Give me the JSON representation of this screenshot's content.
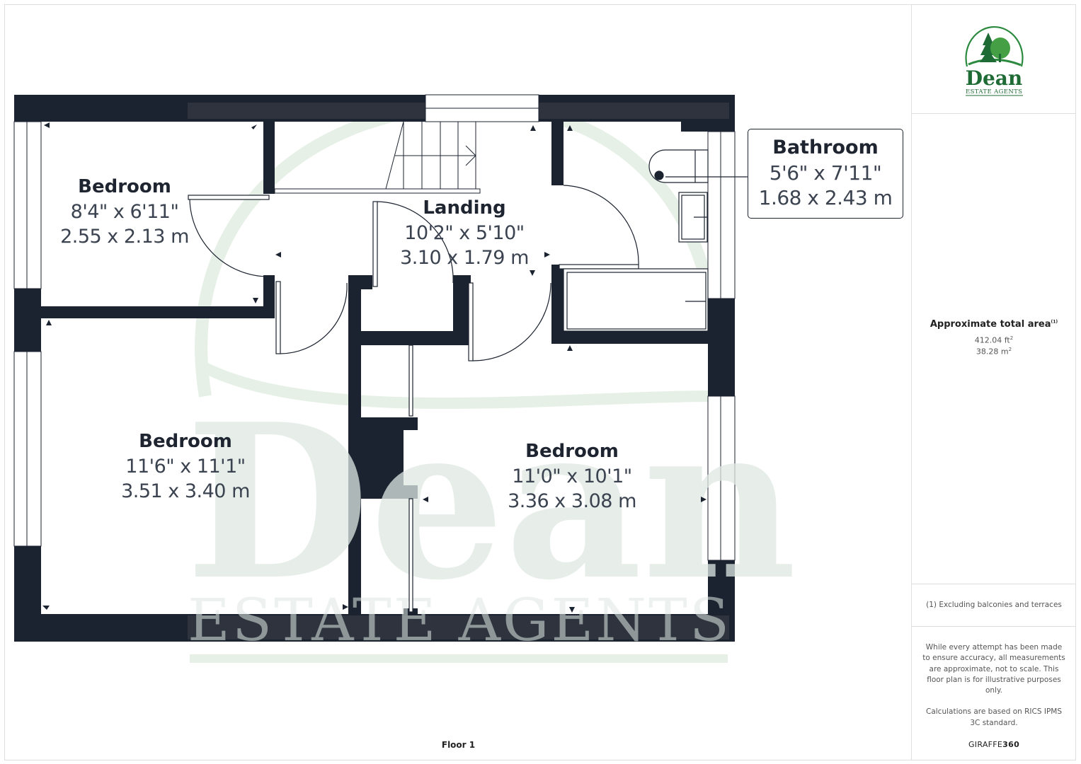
{
  "floorplan": {
    "floor_label": "Floor 1",
    "rooms": [
      {
        "name": "Bedroom",
        "imperial": "8'4\" x 6'11\"",
        "metric": "2.55 x 2.13 m"
      },
      {
        "name": "Landing",
        "imperial": "10'2\" x 5'10\"",
        "metric": "3.10 x 1.79 m"
      },
      {
        "name": "Bathroom",
        "imperial": "5'6\" x 7'11\"",
        "metric": "1.68 x 2.43 m"
      },
      {
        "name": "Bedroom",
        "imperial": "11'6\" x 11'1\"",
        "metric": "3.51 x 3.40 m"
      },
      {
        "name": "Bedroom",
        "imperial": "11'0\" x 10'1\"",
        "metric": "3.36 x 3.08 m"
      }
    ],
    "watermark": {
      "title": "Dean",
      "subtitle": "ESTATE AGENTS"
    },
    "colors": {
      "wall": "#1c2330",
      "wall_watermarked": "#2e333e",
      "watermark_green": "#e3efe3",
      "text": "#3b4350"
    }
  },
  "sidebar": {
    "logo": {
      "title": "Dean",
      "subtitle": "ESTATE AGENTS",
      "color": "#1f6b35"
    },
    "area": {
      "title": "Approximate total area",
      "footnote_marker": "(1)",
      "sqft_value": "412.04 ft",
      "sqft_sup": "2",
      "sqm_value": "38.28 m",
      "sqm_sup": "2"
    },
    "footnote": "(1) Excluding balconies and terraces",
    "disclaimer": "While every attempt has been made to ensure accuracy, all measurements are approximate, not to scale. This floor plan is for illustrative purposes only.",
    "calc_note": "Calculations are based on RICS IPMS 3C standard.",
    "brand_prefix": "GIRAFFE",
    "brand_suffix": "360"
  }
}
